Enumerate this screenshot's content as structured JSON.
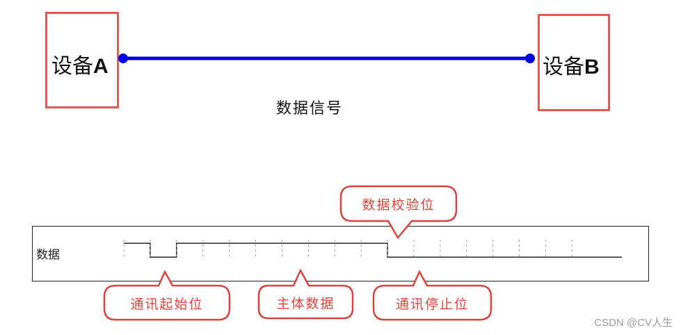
{
  "devices": {
    "a": {
      "text": "设备",
      "letter": "A"
    },
    "b": {
      "text": "设备",
      "letter": "B"
    }
  },
  "link": {
    "caption": "数据信号",
    "line_color": "#0000e0"
  },
  "frame": {
    "row_label": "数据",
    "bits": [
      1,
      0,
      1,
      1,
      1,
      1,
      1,
      1,
      1,
      1,
      0,
      0,
      0,
      0,
      0,
      0,
      0
    ]
  },
  "callouts": {
    "start_bit": "通讯起始位",
    "payload": "主体数据",
    "parity_bit": "数据校验位",
    "stop_bit": "通讯停止位"
  },
  "colors": {
    "box_border": "#e25a56",
    "callout_text": "#e2413a"
  },
  "watermark": "CSDN @CV人生"
}
